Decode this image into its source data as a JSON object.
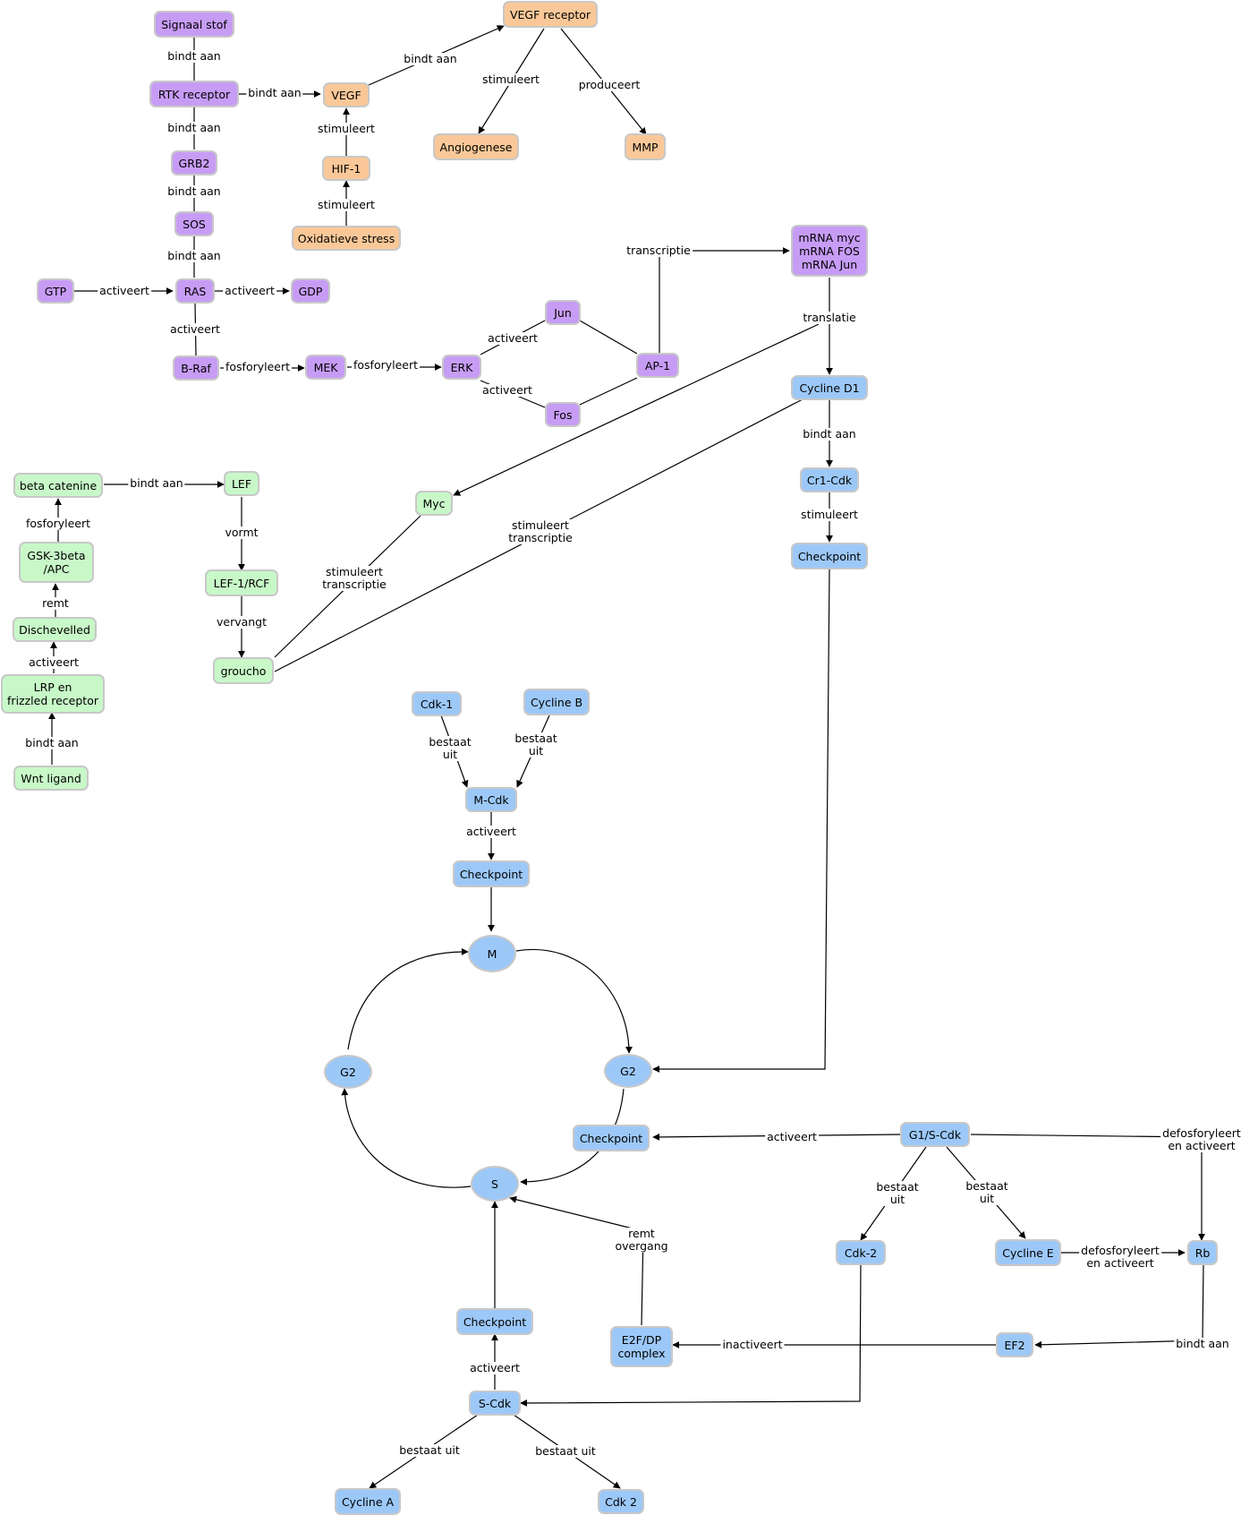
{
  "colors": {
    "purple": "#c79cf5",
    "orange": "#fac898",
    "green": "#c8f8c8",
    "blue": "#9cc8f8",
    "edge": "#000000"
  },
  "nodes": {
    "signaal_stof": "Signaal stof",
    "rtk_receptor": "RTK receptor",
    "grb2": "GRB2",
    "sos": "SOS",
    "gtp": "GTP",
    "ras": "RAS",
    "gdp": "GDP",
    "b_raf": "B-Raf",
    "mek": "MEK",
    "erk": "ERK",
    "jun": "Jun",
    "fos": "Fos",
    "ap1": "AP-1",
    "mrna": "mRNA myc\nmRNA FOS\nmRNA Jun",
    "vegf": "VEGF",
    "vegf_receptor": "VEGF receptor",
    "hif1": "HIF-1",
    "oxidatieve_stress": "Oxidatieve stress",
    "angiogenese": "Angiogenese",
    "mmp": "MMP",
    "beta_catenine": "beta catenine",
    "lef": "LEF",
    "lef1_rcf": "LEF-1/RCF",
    "groucho": "groucho",
    "gsk3beta_apc": "GSK-3beta\n/APC",
    "dischevelled": "Dischevelled",
    "lrp_frizzled": "LRP en\nfrizzled receptor",
    "wnt_ligand": "Wnt ligand",
    "myc": "Myc",
    "cycline_d1": "Cycline D1",
    "cr1_cdk": "Cr1-Cdk",
    "checkpoint_g1": "Checkpoint",
    "cdk1": "Cdk-1",
    "cycline_b": "Cycline B",
    "m_cdk": "M-Cdk",
    "checkpoint_m": "Checkpoint",
    "m_phase": "M",
    "g2_left": "G2",
    "g2_right": "G2",
    "s_phase": "S",
    "checkpoint_s": "Checkpoint",
    "g1s_cdk": "G1/S-Cdk",
    "cdk2_mid": "Cdk-2",
    "cycline_e": "Cycline E",
    "rb": "Rb",
    "ef2": "EF2",
    "e2f_dp": "E2F/DP\ncomplex",
    "checkpoint_sbottom": "Checkpoint",
    "s_cdk": "S-Cdk",
    "cycline_a": "Cycline A",
    "cdk2_bottom": "Cdk 2"
  },
  "edge_labels": {
    "signaal_rtk": "bindt aan",
    "rtk_vegf": "bindt aan",
    "rtk_grb2": "bindt aan",
    "grb2_sos": "bindt aan",
    "sos_ras": "bindt aan",
    "gtp_ras": "activeert",
    "ras_gdp": "activeert",
    "ras_braf": "activeert",
    "braf_mek": "fosforyleert",
    "mek_erk": "fosforyleert",
    "erk_jun": "activeert",
    "erk_fos": "activeert",
    "ap1_mrna": "transcriptie",
    "mrna_translatie": "translatie",
    "vegf_receptor": "bindt aan",
    "receptor_angio": "stimuleert",
    "receptor_mmp": "produceert",
    "hif_vegf": "stimuleert",
    "stress_hif": "stimuleert",
    "beta_lef": "bindt aan",
    "lef_lef1": "vormt",
    "lef1_groucho": "vervangt",
    "gsk_beta": "fosforyleert",
    "disch_gsk": "remt",
    "lrp_disch": "activeert",
    "wnt_lrp": "bindt aan",
    "myc_groucho": "stimuleert\ntranscriptie",
    "cycd1_groucho": "stimuleert\ntranscriptie",
    "cycd1_cr1": "bindt aan",
    "cr1_checkpoint": "stimuleert",
    "cdk1_mcdk": "bestaat\nuit",
    "cycb_mcdk": "bestaat\nuit",
    "mcdk_checkpoint": "activeert",
    "g1s_checkpoint": "activeert",
    "g1s_rb": "defosforyleert\nen activeert",
    "g1s_cdk2": "bestaat\nuit",
    "g1s_cyce": "bestaat\nuit",
    "cyce_rb": "defosforyleert\nen activeert",
    "rb_ef2": "bindt aan",
    "ef2_e2f": "inactiveert",
    "e2f_s": "remt\novergang",
    "scdk_checkpoint": "activeert",
    "scdk_cyca": "bestaat uit",
    "scdk_cdk2": "bestaat uit"
  }
}
